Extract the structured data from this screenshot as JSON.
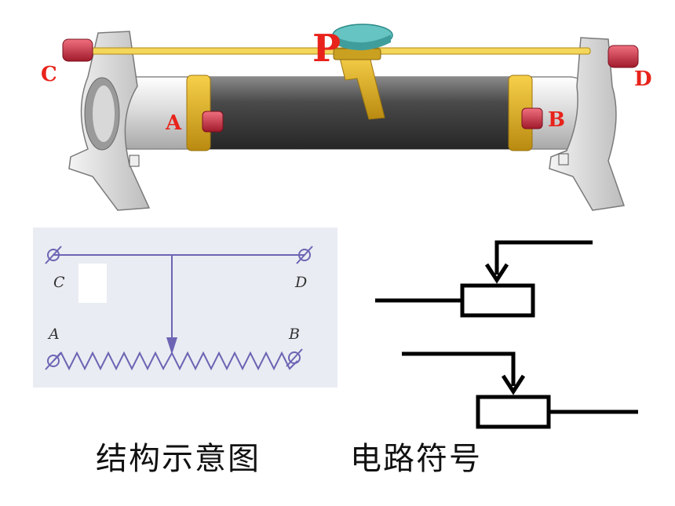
{
  "device": {
    "labels": {
      "c": "C",
      "d": "D",
      "a": "A",
      "b": "B",
      "p": "P"
    }
  },
  "structure": {
    "labels": {
      "c": "C",
      "d": "D",
      "a": "A",
      "b": "B"
    },
    "caption": "结构示意图"
  },
  "symbols": {
    "caption": "电路符号"
  },
  "colors": {
    "label_red": "#e8231b",
    "coil_dark": "#3f3f3f",
    "brass": "#e0b021",
    "schematic_blue": "#6e64b4",
    "slider_teal": "#66c4c2",
    "knob_red": "#cc2a3a"
  }
}
